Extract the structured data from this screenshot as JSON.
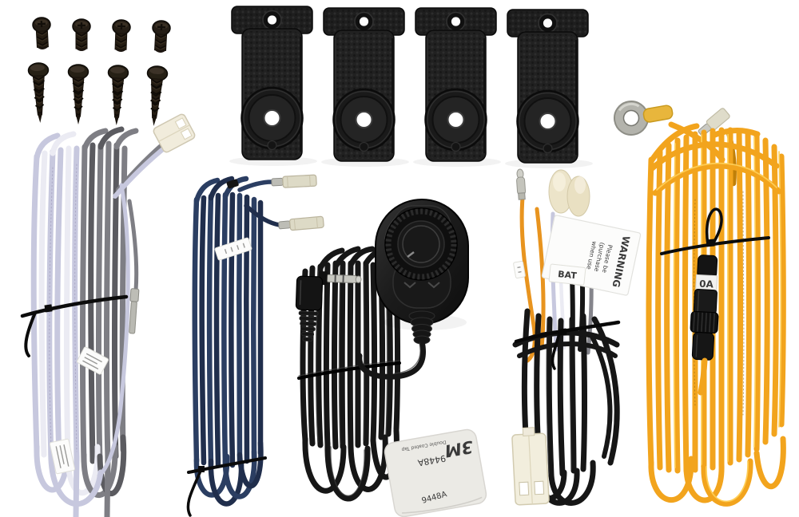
{
  "scene": {
    "kind": "product-photo",
    "subject": "car amplifier installation wiring kit on white background"
  },
  "colors": {
    "bg": "#ffffff",
    "screw": "#241d15",
    "bracket": "#1e1e1e",
    "bracket-dot": "#303030",
    "wire-lavender": "#c7c8de",
    "wire-white": "#ebebf3",
    "wire-gray": "#7e7e84",
    "wire-darkgray": "#5b5b60",
    "wire-navy": "#2b3e62",
    "wire-navy-dark": "#202e4c",
    "wire-black": "#161616",
    "wire-black-hi": "#3c3c3c",
    "wire-yellow": "#f2a41d",
    "wire-yellow-hi": "#ffd05a",
    "wire-yellow-dark": "#c07f08",
    "wire-orange": "#e8941f",
    "connector-cream": "#ece4c9",
    "terminal-silver": "#bdbdb6",
    "pad-fill": "#ebeae5",
    "pad-blue": "#40589e"
  },
  "counts": {
    "machine_screws": 4,
    "tapping_screws": 4,
    "brackets": 4
  },
  "labels": {
    "warning_title": "WARNING",
    "warning_line1": "Please be",
    "warning_line2": "(purchase",
    "warning_line3": "when use",
    "bat_flag": "BAT",
    "pad_brand": "3M",
    "pad_code": "9448A",
    "pad_desc": "Double Coated Tap",
    "pad_embossed": "9448A",
    "fuse_label": "0A"
  }
}
